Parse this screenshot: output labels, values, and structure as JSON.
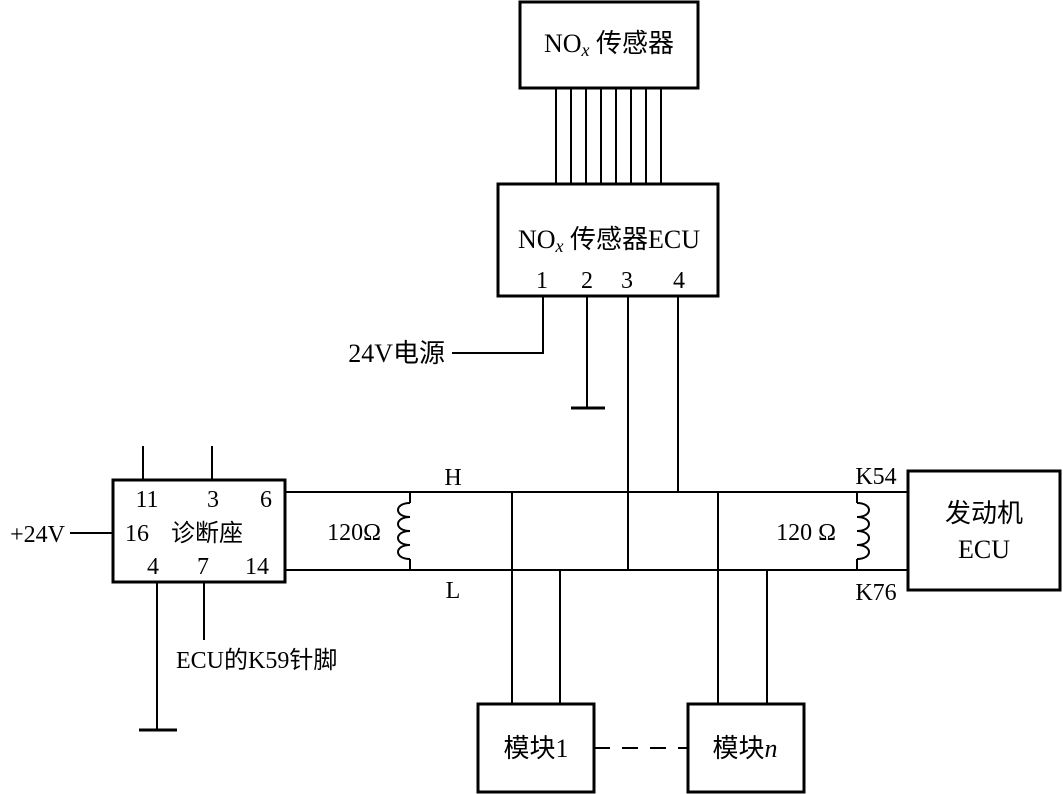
{
  "nox_sensor": {
    "label_main": "NO",
    "label_sub": "x",
    "label_rest": " 传感器"
  },
  "nox_ecu": {
    "label_main": "NO",
    "label_sub": "x",
    "label_rest": " 传感器ECU",
    "pins": [
      "1",
      "2",
      "3",
      "4"
    ]
  },
  "power_24v": "24V电源",
  "diag": {
    "pins_top": [
      "11",
      "3",
      "6"
    ],
    "pin_left": "16",
    "label": "诊断座",
    "pins_bottom": [
      "4",
      "7",
      "14"
    ],
    "supply": "+24V",
    "k59_note": "ECU的K59针脚"
  },
  "bus": {
    "high": "H",
    "low": "L"
  },
  "termination_left": "120Ω",
  "termination_right": "120 Ω",
  "engine_ecu": {
    "line1": "发动机",
    "line2": "ECU",
    "pin_high": "K54",
    "pin_low": "K76"
  },
  "module1": "模块1",
  "module_n_prefix": "模块",
  "module_n_suffix": "n"
}
